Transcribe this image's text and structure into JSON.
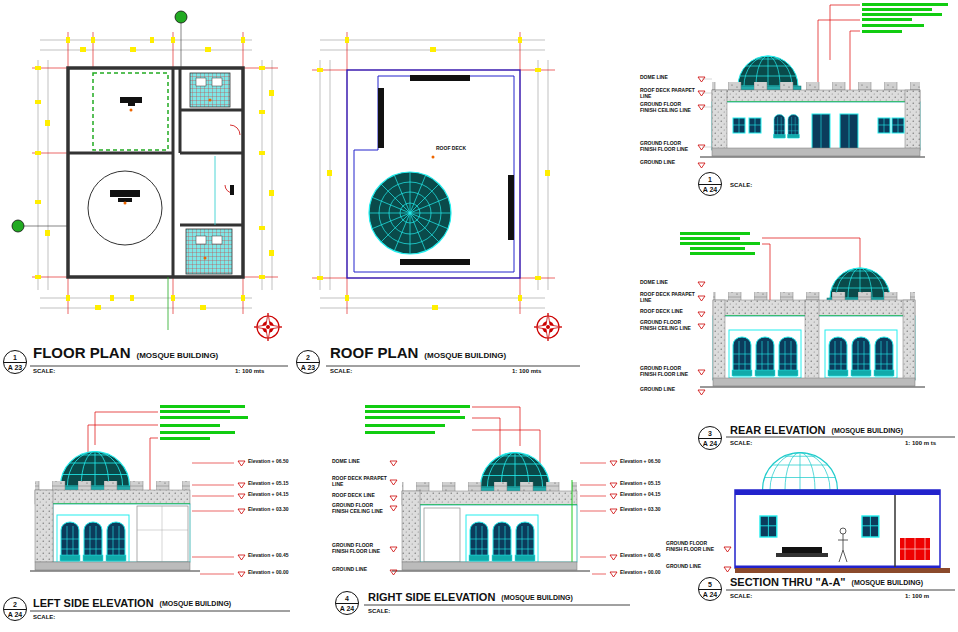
{
  "diagram": {
    "nodes": [
      {
        "text": [
          "1",
          "A 23"
        ]
      },
      {
        "text": [
          "2",
          "A 23"
        ]
      },
      {
        "text": [
          "1",
          "A 24"
        ]
      },
      {
        "text": [
          "3",
          "A 24"
        ]
      },
      {
        "text": [
          "2",
          "A 24"
        ]
      },
      {
        "text": [
          "4",
          "A 24"
        ]
      },
      {
        "text": [
          "5",
          "A 24"
        ]
      }
    ],
    "labels": [
      "FLOOR PLAN",
      "(MOSQUE BUILDING)",
      "SCALE:",
      "1: 100 mts",
      "ROOF PLAN",
      "(MOSQUE BUILDING)",
      "SCALE:",
      "1: 100 mts",
      "ROOF DECK",
      "DOME LINE",
      "ROOF DECK PARAPET LINE",
      "GROUND FLOOR FINISH CEILING LINE",
      "GROUND FLOOR FINISH FLOOR LINE",
      "GROUND LINE",
      "SCALE:",
      "DOME LINE",
      "ROOF DECK PARAPET LINE",
      "ROOF DECK LINE",
      "GROUND FLOOR FINISH CEILING LINE",
      "GROUND FLOOR FINISH FLOOR LINE",
      "GROUND LINE",
      "REAR ELEVATION",
      "(MOSQUE BUILDING)",
      "SCALE:",
      "1: 100 m ts",
      "Elevation + 06.50",
      "Elevation + 05.15",
      "Elevation + 04.15",
      "Elevation + 03.30",
      "Elevation + 00.45",
      "Elevation + 00.00",
      "LEFT SIDE ELEVATION",
      "(MOSQUE BUILDING)",
      "SCALE:",
      "DOME LINE",
      "ROOF DECK PARAPET LINE",
      "ROOF DECK LINE",
      "GROUND FLOOR FINISH CEILING LINE",
      "GROUND FLOOR FINISH FLOOR LINE",
      "GROUND LINE",
      "Elevation + 06.50",
      "Elevation + 05.15",
      "Elevation + 04.15",
      "Elevation + 03.30",
      "Elevation + 00.45",
      "Elevation + 00.00",
      "RIGHT SIDE ELEVATION",
      "(MOSQUE BUILDING)",
      "SCALE:",
      "GROUND FLOOR FINISH FLOOR LINE",
      "GROUND LINE",
      "SECTION THRU \"A-A\"",
      "(MOSQUE BUILDING)",
      "SCALE:",
      "1: 100 m"
    ]
  }
}
